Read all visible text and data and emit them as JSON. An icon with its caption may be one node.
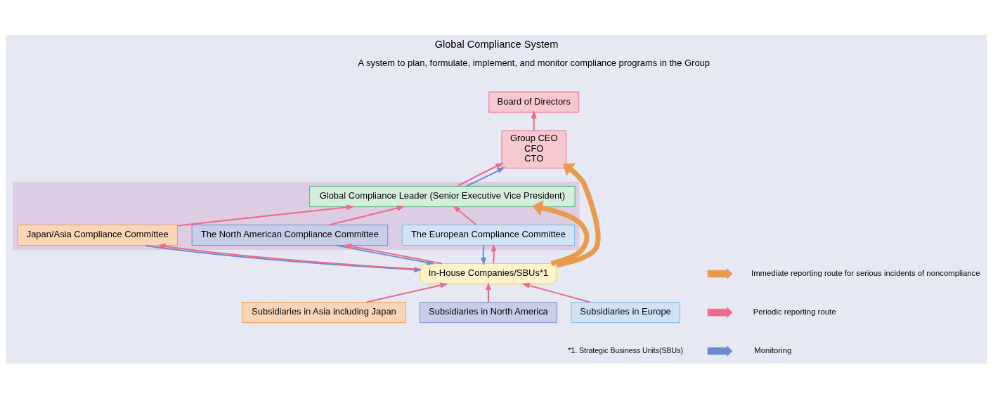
{
  "diagram": {
    "title": "Global Compliance System",
    "nodes": [
      {
        "text": [
          "Board of Directors"
        ]
      },
      {
        "text": [
          "Group CEO",
          "CFO",
          "CTO"
        ]
      },
      {
        "text": [],
        "shape": "band"
      },
      {
        "text": [
          "Global Compliance Leader (Senior Executive Vice President)"
        ],
        "in": 2
      },
      {
        "text": [
          "Japan/Asia Compliance Committee"
        ],
        "in": 2
      },
      {
        "text": [
          "The North American Compliance Committee"
        ],
        "in": 2
      },
      {
        "text": [
          "The European Compliance Committee"
        ],
        "in": 2
      },
      {
        "text": [
          "In-House Companies/SBUs*1"
        ]
      },
      {
        "text": [
          "Subsidiaries in Asia including Japan"
        ]
      },
      {
        "text": [
          "Subsidiaries in North America"
        ]
      },
      {
        "text": [
          "Subsidiaries in Europe"
        ]
      }
    ],
    "edges": [
      {
        "from": 1,
        "to": 0,
        "arrow": "to"
      },
      {
        "from": 3,
        "to": 1,
        "arrow": "to"
      },
      {
        "from": 7,
        "to": 1,
        "arrow": "to",
        "style": "thick",
        "color": "#e89a4e"
      },
      {
        "from": 7,
        "to": 3,
        "arrow": "to",
        "style": "thick",
        "color": "#e89a4e"
      },
      {
        "from": 3,
        "to": 1,
        "arrow": "to",
        "color": "#6a8ccc"
      },
      {
        "from": 4,
        "to": 3,
        "arrow": "to"
      },
      {
        "from": 6,
        "to": 3,
        "arrow": "to"
      },
      {
        "from": 5,
        "to": 3,
        "arrow": "to"
      },
      {
        "from": 7,
        "to": 4,
        "arrow": "to"
      },
      {
        "from": 4,
        "to": 7,
        "arrow": "to",
        "color": "#6a8ccc"
      },
      {
        "from": 7,
        "to": 5,
        "arrow": "to"
      },
      {
        "from": 5,
        "to": 7,
        "arrow": "to",
        "color": "#6a8ccc"
      },
      {
        "from": 7,
        "to": 6,
        "arrow": "to"
      },
      {
        "from": 6,
        "to": 7,
        "arrow": "to",
        "color": "#6a8ccc"
      },
      {
        "from": 8,
        "to": 7,
        "arrow": "to"
      },
      {
        "from": 9,
        "to": 7,
        "arrow": "to"
      },
      {
        "from": 10,
        "to": 7,
        "arrow": "to"
      }
    ],
    "labels": [
      "A system to plan, formulate, implement, and monitor compliance programs in the Group",
      "*1. Strategic Business Units(SBUs)"
    ],
    "legend": [
      {
        "text": "Immediate reporting route for serious incidents of noncompliance"
      },
      {
        "text": "Periodic reporting route"
      },
      {
        "text": "Monitoring"
      }
    ]
  }
}
